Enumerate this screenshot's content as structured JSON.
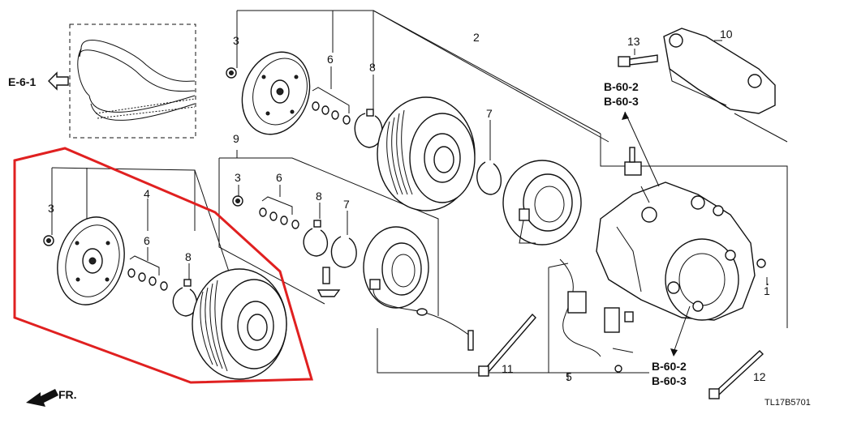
{
  "callouts": {
    "c1": "1",
    "c2": "2",
    "c3a": "3",
    "c3b": "3",
    "c3c": "3",
    "c4": "4",
    "c5": "5",
    "c6a": "6",
    "c6b": "6",
    "c6c": "6",
    "c7a": "7",
    "c7b": "7",
    "c8a": "8",
    "c8b": "8",
    "c8c": "8",
    "c9": "9",
    "c10": "10",
    "c11": "11",
    "c12": "12",
    "c13": "13"
  },
  "refs": {
    "e61": "E-6-1",
    "b602_top": "B-60-2",
    "b603_top": "B-60-3",
    "b602_bot": "B-60-2",
    "b603_bot": "B-60-3"
  },
  "front_label": "FR.",
  "diagram_code": "TL17B5701",
  "highlight_color": "#e02020"
}
